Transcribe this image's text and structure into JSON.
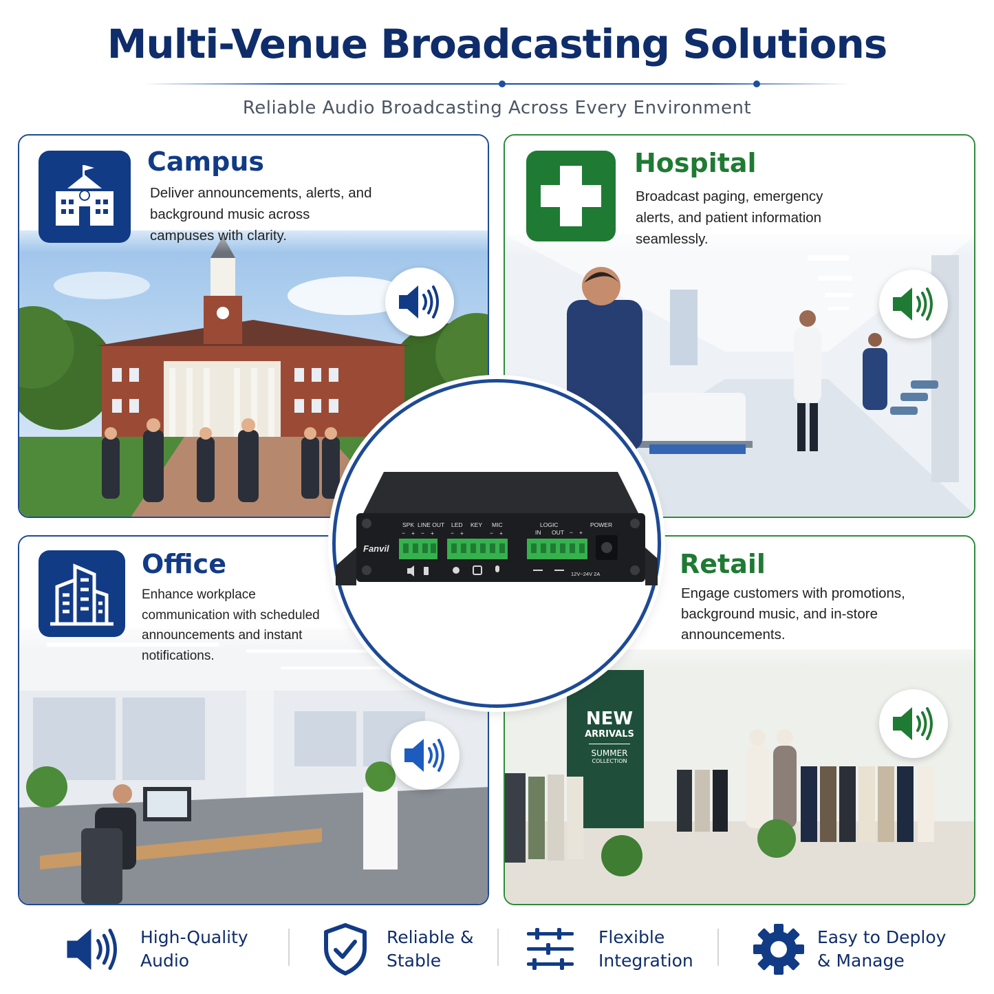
{
  "header": {
    "title": "Multi-Venue Broadcasting Solutions",
    "subtitle": "Reliable Audio Broadcasting Across Every Environment"
  },
  "colors": {
    "navy": "#123b86",
    "green": "#1f7a33",
    "accent_blue": "#1d4a96"
  },
  "panels": {
    "campus": {
      "title": "Campus",
      "description": "Deliver  announcements, alerts, and background music across campuses with clarity.",
      "icon": "school-building-icon"
    },
    "hospital": {
      "title": "Hospital",
      "description": "Broadcast paging, emergency alerts, and patient information seamlessly.",
      "icon": "medical-cross-icon"
    },
    "office": {
      "title": "Office",
      "description": "Enhance workplace communication with scheduled announcements and instant notifications.",
      "icon": "office-building-icon"
    },
    "retail": {
      "title": "Retail",
      "description": "Engage customers with promotions, background music, and in-store announcements.",
      "icon": "speaker-icon"
    }
  },
  "retail_sign": {
    "line1": "NEW",
    "line2": "ARRIVALS",
    "line3": "SUMMER",
    "line4": "COLLECTION"
  },
  "device": {
    "brand": "Fanvil",
    "labels": {
      "spk": "SPK",
      "line_out": "LINE OUT",
      "led": "LED",
      "key": "KEY",
      "mic": "MIC",
      "logic": "LOGIC",
      "in": "IN",
      "out": "OUT",
      "power": "POWER",
      "voltage": "12V~24V 2A",
      "minus": "−",
      "plus": "+"
    }
  },
  "features": [
    {
      "label": "High-Quality\nAudio",
      "icon": "speaker-icon"
    },
    {
      "label": "Reliable &\nStable",
      "icon": "shield-check-icon"
    },
    {
      "label": "Flexible\nIntegration",
      "icon": "sliders-icon"
    },
    {
      "label": "Easy to Deploy\n& Manage",
      "icon": "gear-icon"
    }
  ]
}
